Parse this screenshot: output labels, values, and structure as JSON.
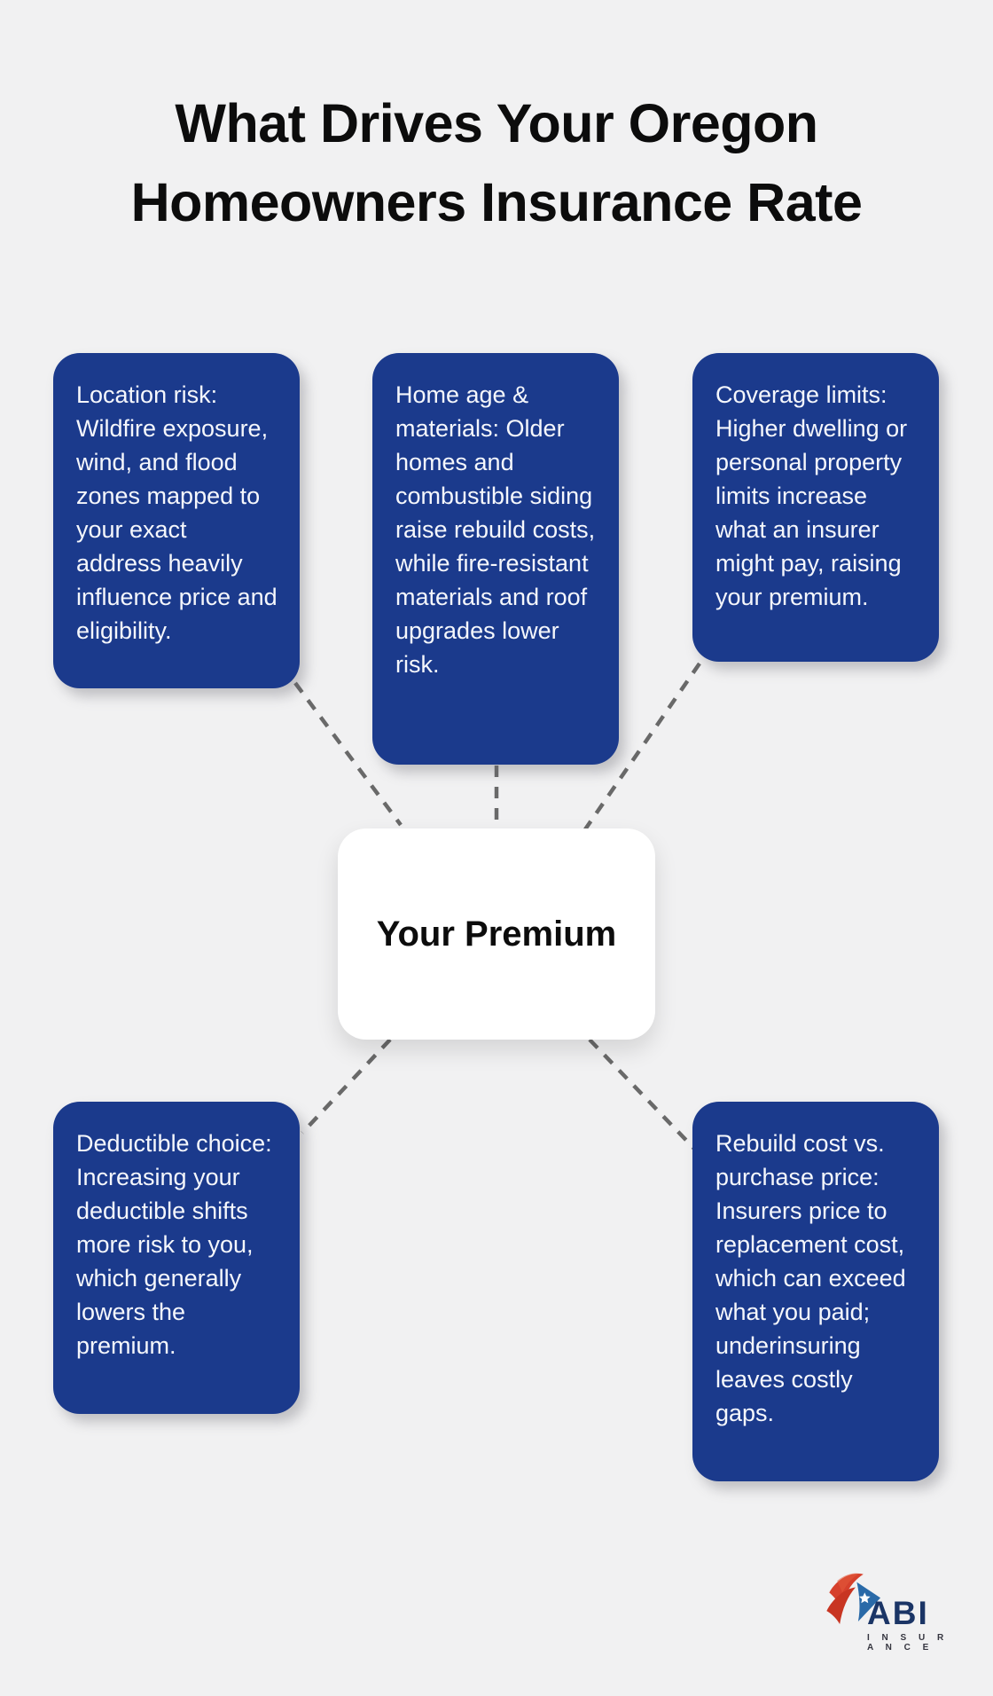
{
  "title": {
    "line1": "What Drives Your Oregon",
    "line2": "Homeowners Insurance Rate"
  },
  "center": {
    "label": "Your Premium"
  },
  "factors": [
    {
      "id": "location-risk",
      "text": "Location risk: Wildfire exposure, wind, and flood zones mapped to your exact address heavily influence price and eligibility."
    },
    {
      "id": "home-age-materials",
      "text": "Home age & materials: Older homes and combustible siding raise rebuild costs, while fire-resistant materials and roof upgrades lower risk."
    },
    {
      "id": "coverage-limits",
      "text": "Coverage limits: Higher dwelling or personal property limits increase what an insurer might pay, raising your premium."
    },
    {
      "id": "deductible-choice",
      "text": "Deductible choice: Increasing your deductible shifts more risk to you, which generally lowers the premium."
    },
    {
      "id": "rebuild-cost-vs-purchase-price",
      "text": "Rebuild cost vs. purchase price: Insurers price to replacement cost, which can exceed what you paid; underinsuring leaves costly gaps."
    }
  ],
  "logo": {
    "name": "ABI",
    "tagline": "I N S U R A N C E",
    "icon": "flag-swoosh-star"
  },
  "colors": {
    "background": "#f1f1f2",
    "card_blue": "#1b3a8c",
    "card_text": "#f5f7fc",
    "connector_gray": "#696969",
    "title_black": "#0c0c0c",
    "logo_navy": "#1b3566",
    "logo_red": "#d6402c",
    "logo_blue": "#2a6aa8"
  }
}
